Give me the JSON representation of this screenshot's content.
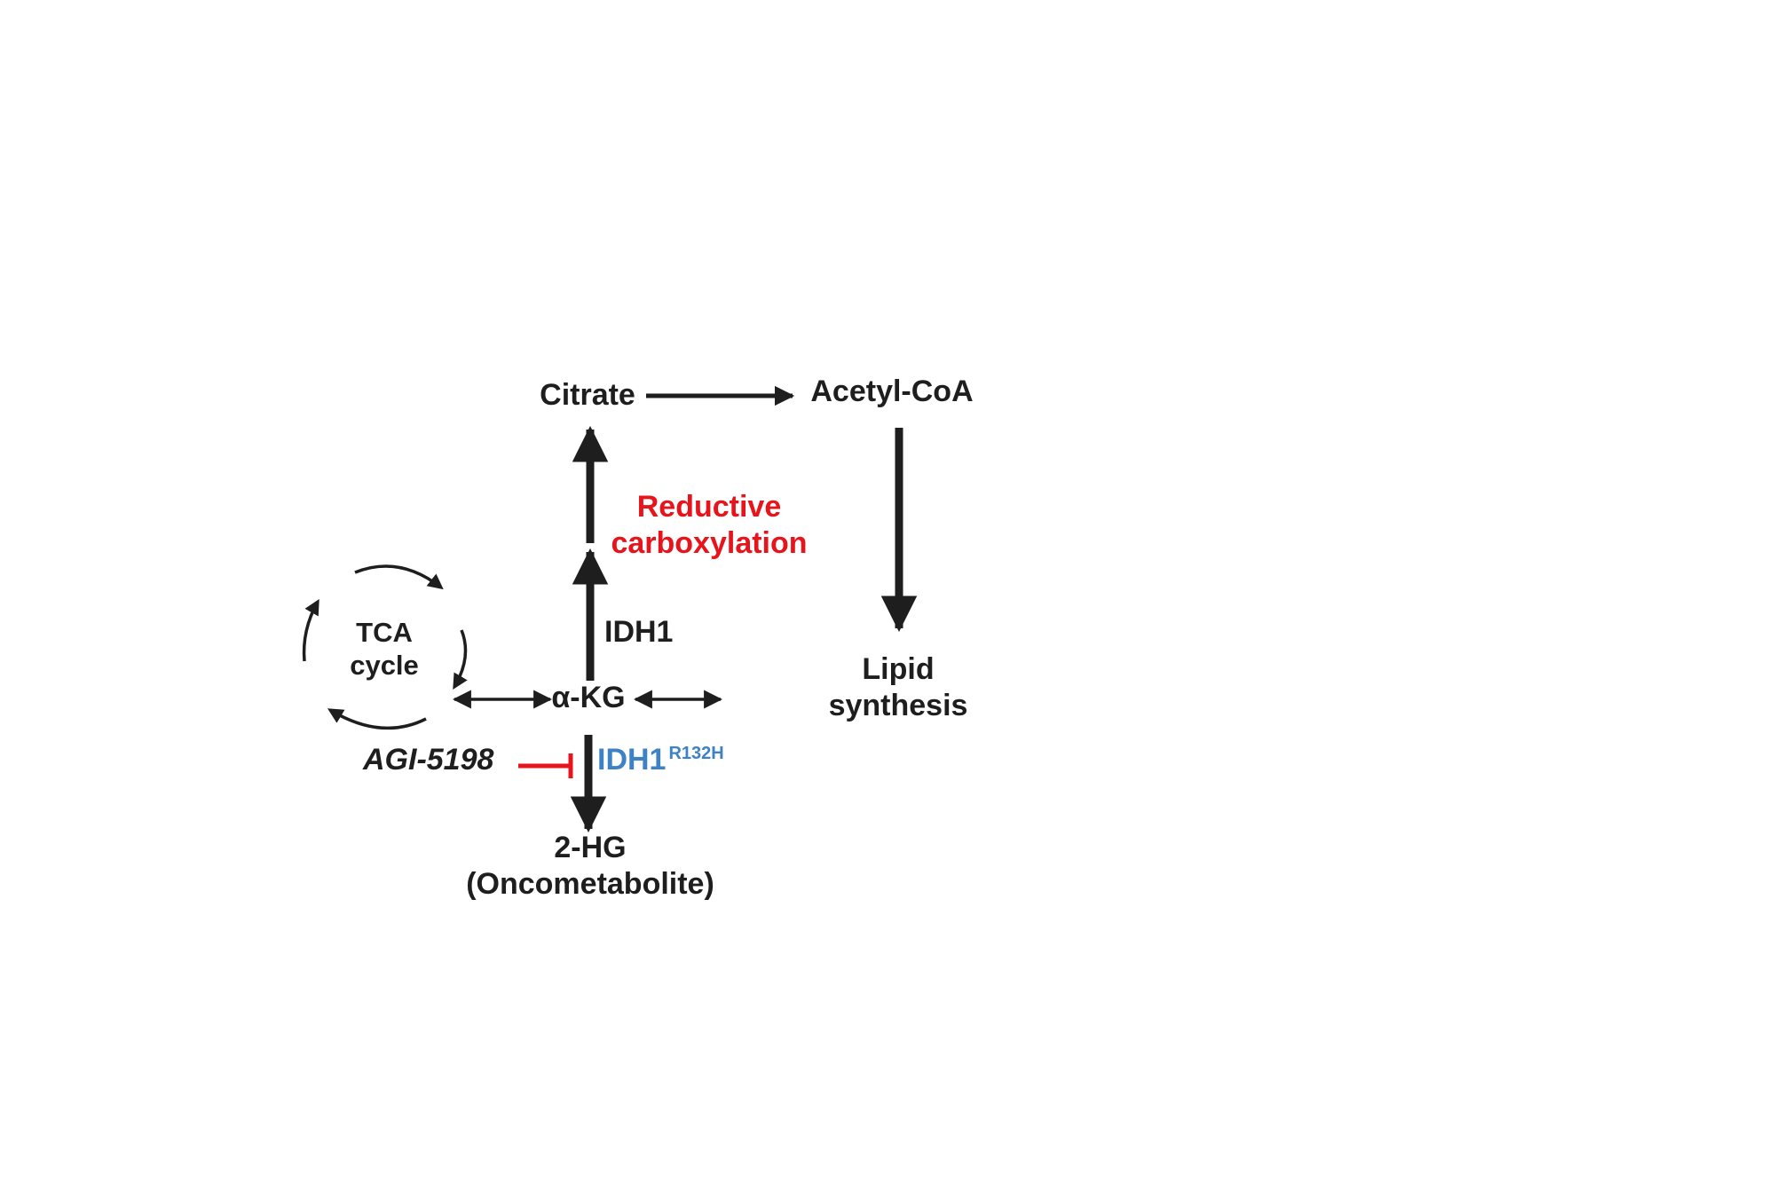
{
  "nodes": {
    "citrate": "Citrate",
    "acetyl_coa": "Acetyl-CoA",
    "lipid_line1": "Lipid",
    "lipid_line2": "synthesis",
    "alpha_kg": "α-KG",
    "two_hg_line1": "2-HG",
    "two_hg_line2": "(Oncometabolite)",
    "tca_line1": "TCA",
    "tca_line2": "cycle"
  },
  "labels": {
    "reductive_line1": "Reductive",
    "reductive_line2": "carboxylation",
    "idh1": "IDH1",
    "idh1_mutant": "IDH1",
    "idh1_mutant_sup": "R132H",
    "inhibitor": "AGI-5198"
  },
  "colors": {
    "text": "#1e1e1e",
    "arrows": "#1e1e1e",
    "highlight_red": "#e8141b",
    "mutant_blue": "#3d82c4"
  }
}
